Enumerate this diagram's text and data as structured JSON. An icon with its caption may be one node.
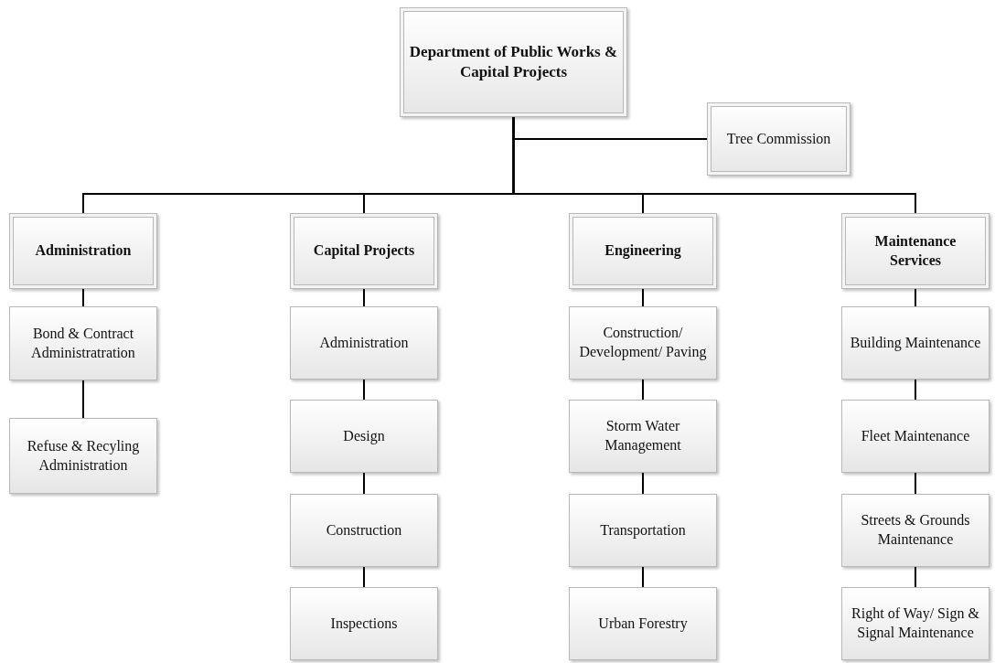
{
  "diagram": {
    "nodes": [
      {
        "text": [
          "Department of Public Works & Capital Projects"
        ]
      },
      {
        "text": [
          "Tree Commission"
        ]
      },
      {
        "text": [
          "Administration"
        ]
      },
      {
        "text": [
          "Capital Projects"
        ]
      },
      {
        "text": [
          "Engineering"
        ]
      },
      {
        "text": [
          "Maintenance Services"
        ]
      },
      {
        "text": [
          "Bond & Contract Administratration"
        ]
      },
      {
        "text": [
          "Refuse & Recyling Administration"
        ]
      },
      {
        "text": [
          "Administration"
        ]
      },
      {
        "text": [
          "Design"
        ]
      },
      {
        "text": [
          "Construction"
        ]
      },
      {
        "text": [
          "Inspections"
        ]
      },
      {
        "text": [
          "Construction/ Development/ Paving"
        ]
      },
      {
        "text": [
          "Storm Water Management"
        ]
      },
      {
        "text": [
          "Transportation"
        ]
      },
      {
        "text": [
          "Urban Forestry"
        ]
      },
      {
        "text": [
          "Building Maintenance"
        ]
      },
      {
        "text": [
          "Fleet Maintenance"
        ]
      },
      {
        "text": [
          "Streets & Grounds Maintenance"
        ]
      },
      {
        "text": [
          "Right of Way/ Sign & Signal Maintenance"
        ]
      }
    ],
    "edges": [
      {
        "from": 0,
        "to": 1,
        "arrow": "none"
      },
      {
        "from": 0,
        "to": 2,
        "arrow": "none"
      },
      {
        "from": 0,
        "to": 3,
        "arrow": "none"
      },
      {
        "from": 0,
        "to": 4,
        "arrow": "none"
      },
      {
        "from": 0,
        "to": 5,
        "arrow": "none"
      },
      {
        "from": 2,
        "to": 6,
        "arrow": "none"
      },
      {
        "from": 6,
        "to": 7,
        "arrow": "none"
      },
      {
        "from": 3,
        "to": 8,
        "arrow": "none"
      },
      {
        "from": 8,
        "to": 9,
        "arrow": "none"
      },
      {
        "from": 9,
        "to": 10,
        "arrow": "none"
      },
      {
        "from": 10,
        "to": 11,
        "arrow": "none"
      },
      {
        "from": 4,
        "to": 12,
        "arrow": "none"
      },
      {
        "from": 12,
        "to": 13,
        "arrow": "none"
      },
      {
        "from": 13,
        "to": 14,
        "arrow": "none"
      },
      {
        "from": 14,
        "to": 15,
        "arrow": "none"
      },
      {
        "from": 5,
        "to": 16,
        "arrow": "none"
      },
      {
        "from": 16,
        "to": 17,
        "arrow": "none"
      },
      {
        "from": 17,
        "to": 18,
        "arrow": "none"
      },
      {
        "from": 18,
        "to": 19,
        "arrow": "none"
      }
    ]
  }
}
